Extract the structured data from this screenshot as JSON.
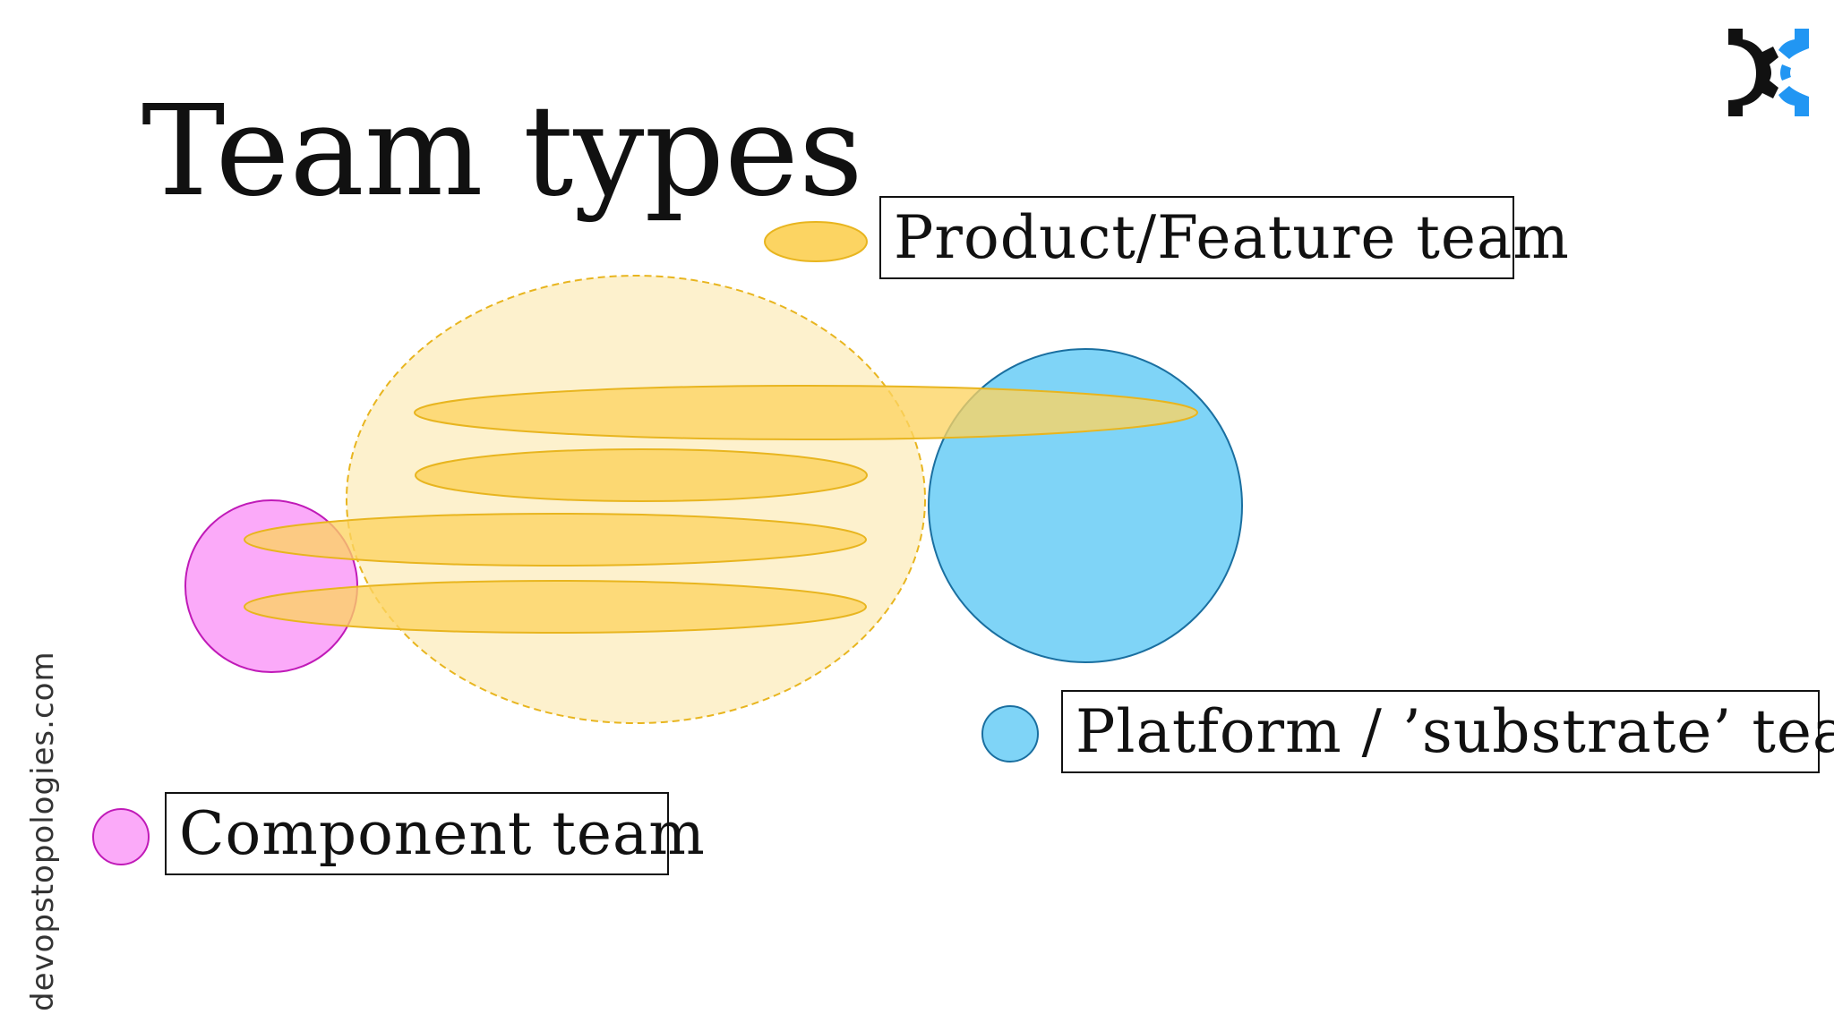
{
  "slide": {
    "title": "Team types",
    "side_text": "devopstopologies.com"
  },
  "legend": {
    "product": "Product/Feature team",
    "platform": "Platform / ’substrate’ team",
    "component": "Component team"
  },
  "colors": {
    "product_fill": "#fcd462",
    "product_stroke": "#e8b51f",
    "platform_fill": "#7fd4f7",
    "platform_stroke": "#1a6fa0",
    "component_fill": "#fbaaf9",
    "component_stroke": "#c01ab8",
    "stream_fill": "#fdf0c8",
    "logo_dark": "#111111",
    "logo_accent": "#2196f3"
  },
  "icons": {
    "logo": "devops-topologies-gear-logo"
  }
}
